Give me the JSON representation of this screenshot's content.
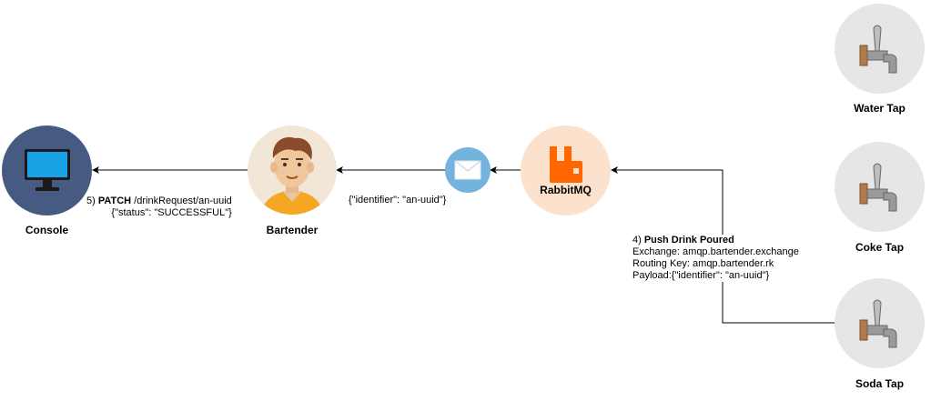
{
  "nodes": {
    "console": {
      "label": "Console"
    },
    "bartender": {
      "label": "Bartender"
    },
    "message": {
      "label": ""
    },
    "rabbitmq": {
      "label": "RabbitMQ"
    },
    "water_tap": {
      "label": "Water Tap"
    },
    "coke_tap": {
      "label": "Coke Tap"
    },
    "soda_tap": {
      "label": "Soda Tap"
    }
  },
  "edges": {
    "bartender_to_console": {
      "step": "5)",
      "method": "PATCH",
      "path": " /drinkRequest/an-uuid",
      "body": "{\"status\": \"SUCCESSFUL\"}"
    },
    "message_to_bartender": {
      "payload": "{\"identifier\": \"an-uuid\"}"
    },
    "soda_to_rabbitmq": {
      "step": "4)",
      "title": "Push Drink Poured",
      "exchange": "Exchange:  amqp.bartender.exchange",
      "routing_key": "Routing Key: amqp.bartender.rk",
      "payload": "Payload:{\"identifier\": \"an-uuid\"}"
    }
  },
  "icons": {
    "console": "monitor-icon",
    "bartender": "bartender-avatar-icon",
    "message": "envelope-icon",
    "rabbitmq": "rabbitmq-logo-icon",
    "tap": "beer-tap-icon"
  },
  "colors": {
    "console_bg": "#475a82",
    "bartender_bg": "#f2e6d6",
    "message_bg": "#72b4dd",
    "rabbitmq_bg": "#fce2cc",
    "rabbitmq_accent": "#ff6600",
    "tap_bg": "#e6e6e6"
  }
}
